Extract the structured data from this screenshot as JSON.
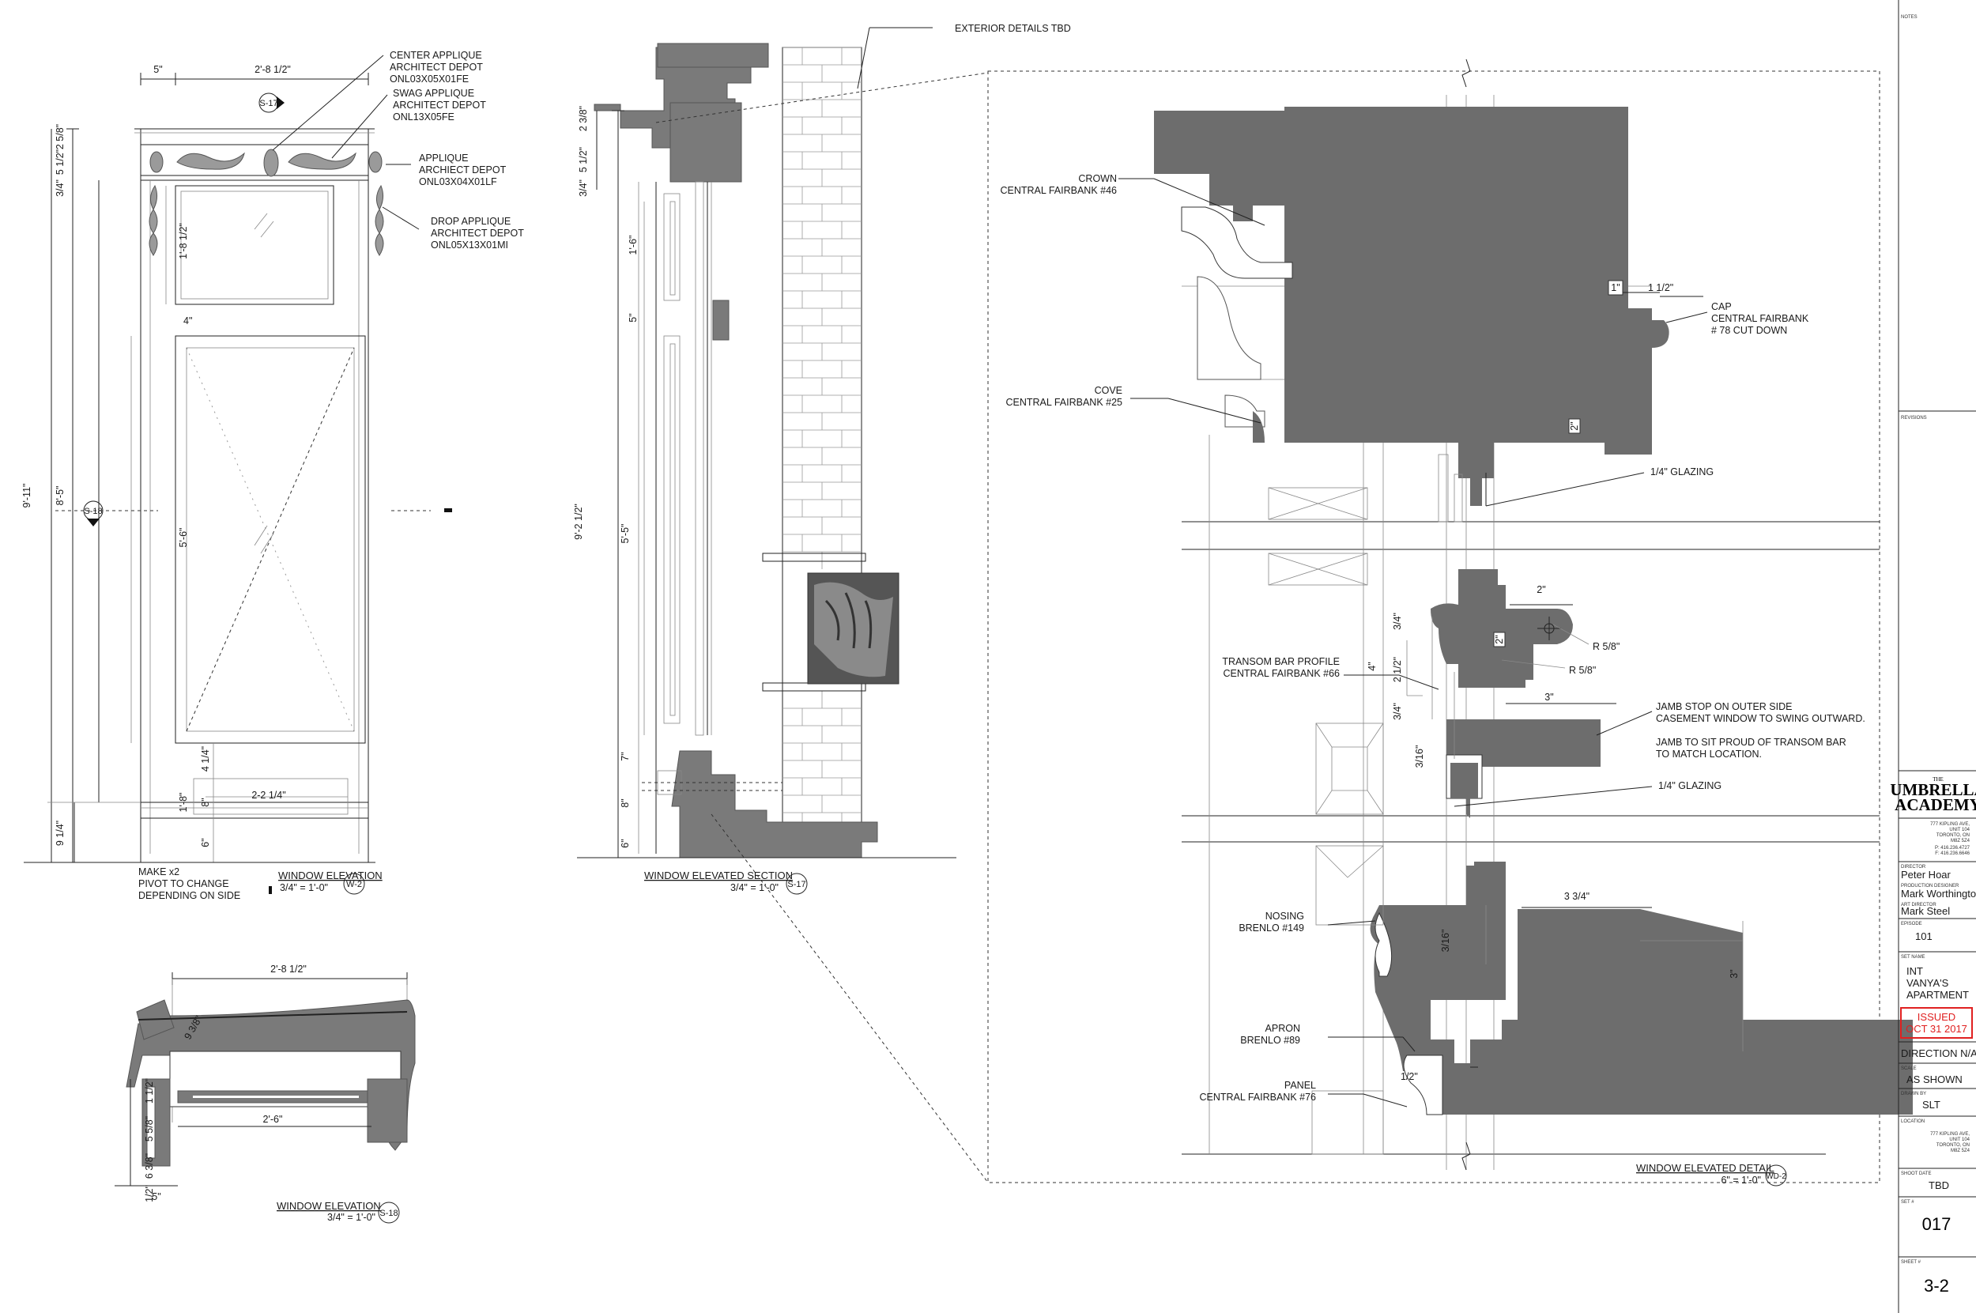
{
  "elevation_w2": {
    "annotations": {
      "center_applique": [
        "CENTER APPLIQUE",
        "ARCHITECT DEPOT",
        "ONL03X05X01FE"
      ],
      "swag_applique": [
        "SWAG APPLIQUE",
        "ARCHITECT DEPOT",
        "ONL13X05FE"
      ],
      "applique": [
        "APPLIQUE",
        "ARCHIECT DEPOT",
        "ONL03X04X01LF"
      ],
      "drop_applique": [
        "DROP APPLIQUE",
        "ARCHITECT DEPOT",
        "ONL05X13X01MI"
      ]
    },
    "dims": {
      "top_left": "5\"",
      "top_width": "2'-8 1/2\"",
      "d_2_5_8": "2 5/8\"",
      "d_5_1_2": "5 1/2\"",
      "d_3_4": "3/4\"",
      "overall_h": "9'-11\"",
      "lower_h": "8'-5\"",
      "transom_h": "1'-8 1/2\"",
      "gap_4": "4\"",
      "sash_h": "5'-6\"",
      "d_4_1_4": "4 1/4\"",
      "d_1_8": "1'-8\"",
      "d_8": "8\"",
      "d_6": "6\"",
      "base_h": "9 1/4\"",
      "panel_w": "2-2 1/4\""
    },
    "section_tags": {
      "s17": "S-17",
      "s18": "S-18"
    },
    "note": [
      "MAKE x2",
      "PIVOT TO CHANGE",
      "DEPENDING ON SIDE"
    ],
    "title": "WINDOW ELEVATION",
    "scale": "3/4\" = 1'-0\"",
    "tag": "W-2"
  },
  "section_s17": {
    "dims": {
      "d_2_3_8": "2 3/8\"",
      "d_5_1_2": "5 1/2\"",
      "d_3_4": "3/4\"",
      "d_1_6": "1'-6\"",
      "d_5": "5\"",
      "overall": "9'-2 1/2\"",
      "d_5_5": "5'-5\"",
      "d_7": "7\"",
      "d_8": "8\"",
      "d_6": "6\""
    },
    "exterior_note": "EXTERIOR DETAILS TBD",
    "title": "WINDOW ELEVATED SECTION",
    "scale": "3/4\" = 1'-0\"",
    "tag": "S-17"
  },
  "plan_s18": {
    "dims": {
      "width": "2'-8 1/2\"",
      "angle": "9 3/8\"",
      "d_1_1_2": "1 1/2\"",
      "d_5_5_8": "5 5/8\"",
      "d_6_3_8": "6 3/8\"",
      "d_1_2": "1/2\"",
      "inner": "2'-6\"",
      "d_5": "5\""
    },
    "title": "WINDOW ELEVATION",
    "scale": "3/4\" = 1'-0\"",
    "tag": "S-18"
  },
  "detail_wd2": {
    "crown": [
      "CROWN",
      "CENTRAL FAIRBANK #46"
    ],
    "cap": [
      "CAP",
      "CENTRAL FAIRBANK",
      "# 78 CUT DOWN"
    ],
    "cove": [
      "COVE",
      "CENTRAL FAIRBANK #25"
    ],
    "glazing_top": "1/4\" GLAZING",
    "glazing_mid": "1/4\" GLAZING",
    "transom": [
      "TRANSOM BAR PROFILE",
      "CENTRAL FAIRBANK #66"
    ],
    "jamb": [
      "JAMB STOP ON OUTER SIDE",
      "CASEMENT WINDOW TO SWING OUTWARD.",
      "",
      "JAMB TO SIT PROUD OF TRANSOM BAR",
      "TO MATCH LOCATION."
    ],
    "nosing": [
      "NOSING",
      "BRENLO #149"
    ],
    "apron": [
      "APRON",
      "BRENLO #89"
    ],
    "panel": [
      "PANEL",
      "CENTRAL FAIRBANK #76"
    ],
    "dims": {
      "d_1": "1\"",
      "d_1_1_2": "1 1/2\"",
      "d_2a": "2\"",
      "d_2b": "2\"",
      "d_2c": "2\"",
      "r1": "R 5/8\"",
      "r2": "R 5/8\"",
      "d_3_4a": "3/4\"",
      "d_2_1_2": "2 1/2\"",
      "d_4": "4\"",
      "d_3_4b": "3/4\"",
      "d_3a": "3\"",
      "d_3_16a": "3/16\"",
      "d_3_3_4": "3 3/4\"",
      "d_3_16b": "3/16\"",
      "d_3b": "3\"",
      "d_1_2": "1/2\""
    },
    "title": "WINDOW ELEVATED DETAIL",
    "scale": "6\" = 1'-0\"",
    "tag": "WD-2"
  },
  "title_block": {
    "notes_label": "NOTES",
    "revisions_label": "REVISIONS",
    "logo": [
      "THE",
      "UMBRELLA",
      "ACADEMY"
    ],
    "address": [
      "777 KIPLING AVE,",
      "UNIT 104",
      "TORONTO, ON",
      "M8Z 5Z4",
      "P: 416.236.4727",
      "F: 416.236.6646"
    ],
    "director_label": "DIRECTOR",
    "director": "Peter Hoar",
    "pd_label": "PRODUCTION DESIGNER",
    "pd": "Mark Worthington",
    "ad_label": "ART DIRECTOR",
    "ad": "Mark Steel",
    "episode_label": "EPISODE",
    "episode": "101",
    "set_name_label": "SET NAME",
    "set_name": [
      "INT",
      "VANYA'S",
      "APARTMENT"
    ],
    "issued": [
      "ISSUED",
      "OCT 31 2017"
    ],
    "direction": "DIRECTION N/A",
    "scale_label": "SCALE",
    "scale": "AS SHOWN",
    "drawn_label": "DRAWN BY",
    "drawn": "SLT",
    "location_label": "LOCATION",
    "location": [
      "777 KIPLING AVE,",
      "UNIT 104",
      "TORONTO, ON",
      "M8Z 5Z4"
    ],
    "shoot_label": "SHOOT DATE",
    "shoot": "TBD",
    "set_no_label": "SET #",
    "set_no": "017",
    "sheet_label": "SHEET #",
    "sheet": "3-2",
    "issued_color": "#e02020"
  }
}
